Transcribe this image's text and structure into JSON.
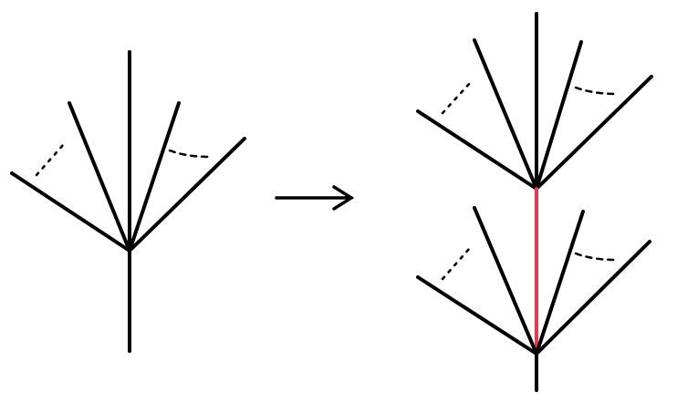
{
  "diagram": {
    "colors": {
      "stroke": "#000000",
      "highlight": "#e8384f",
      "background": "#ffffff"
    },
    "left_figure": {
      "description_type": "branching-vertex",
      "dotted_gap": "left",
      "dashed_gap": "right"
    },
    "arrow": {
      "direction": "right"
    },
    "right_figure": {
      "upper_vertex": {
        "dotted_gap": "left",
        "dashed_gap": "right"
      },
      "connecting_edge": {
        "color": "#e8384f"
      },
      "lower_vertex": {
        "dotted_gap": "left",
        "dashed_gap": "right"
      }
    }
  }
}
